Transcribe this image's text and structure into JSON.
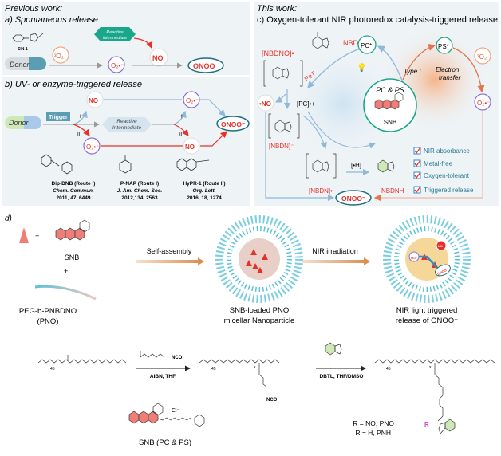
{
  "panel_a": {
    "header": "Previous work:",
    "title": "a) Spontaneous release",
    "compound": "SIN-1",
    "donor": "Donor",
    "oxygen": "³O₂",
    "superoxide": "O₂•⁻",
    "intermediate": [
      "Reactive",
      "intermediate"
    ],
    "no": "NO",
    "onoo": "ONOO⁻"
  },
  "panel_b": {
    "title": "b) UV- or enzyme-triggered release",
    "donor": "Donor",
    "trigger": "Trigger",
    "route1": "I",
    "route2": "II",
    "no": "NO",
    "superoxide": "O₂•⁻",
    "intermediate": [
      "Reactive",
      "Intermediate"
    ],
    "onoo": "ONOO⁻",
    "compounds": [
      {
        "name": "Dip-DNB (Route I)",
        "journal": "Chem. Commun.",
        "ref": "2011, 47, 6449"
      },
      {
        "name": "P-NAP (Route I)",
        "journal": "J. Am. Chem. Soc.",
        "ref": "2012,134, 2563"
      },
      {
        "name": "HyPR-1 (Route II)",
        "journal": "Org. Lett.",
        "ref": "2016, 18, 1274"
      }
    ]
  },
  "panel_c": {
    "header": "This work:",
    "title": "c) Oxygen-tolerant NIR photoredox catalysis-triggered release",
    "nbdno": "NBDNO",
    "nbdno_radical": "[NBDNO]•",
    "pet": "PeT",
    "pc_star": "PC*",
    "ps_star": "PS*",
    "pc_radical_cation": "[PC]•+",
    "no_radical": "•NO",
    "nbdn_anion": "[NBDN]⁻",
    "nbdn_radical": "[NBDN]•",
    "h_transfer": "[•H]",
    "nbdnh": "NBDNH",
    "pc_ps": "PC & PS",
    "snb": "SNB",
    "type1": "Type I",
    "electron_transfer": [
      "Electron",
      "transfer"
    ],
    "oxygen": "³O₂",
    "superoxide": "O₂•⁻",
    "onoo": "ONOO⁻",
    "features": [
      "NIR absorbance",
      "Metal-free",
      "Oxygen-tolerant",
      "Triggered release"
    ]
  },
  "panel_d": {
    "title": "d)",
    "equals": "=",
    "snb": "SNB",
    "plus": "+",
    "polymer": [
      "PEG-b-PNBDNO",
      "(PNO)"
    ],
    "self_assembly": "Self-assembly",
    "nir_irradiation": "NIR irradiation",
    "micelle_label": [
      "SNB-loaded PNO",
      "micellar Nanoparticle"
    ],
    "release_label": [
      "NIR light triggered",
      "release of ONOO⁻"
    ],
    "micelle_species": {
      "no": "NO",
      "superoxide": "O₂•⁻",
      "onoo": "ONOO⁻"
    },
    "step1_reagent": "NCO",
    "step1_conditions": "AIBN, THF",
    "step2_conditions": "DBTL, THF/DMSO",
    "peg_repeat": "45",
    "x_repeat": "x",
    "snb_full": "SNB (PC & PS)",
    "counter_ion": "Cl⁻",
    "r_no": "R = NO, PNO",
    "r_h": "R = H, PNH"
  },
  "colors": {
    "panel_bg": "#eef3f6",
    "red": "#e8302a",
    "teal": "#1aa68a",
    "blue_arrow": "#8fb8db",
    "orange_arrow": "#e0754e",
    "purple": "#8a6fd6",
    "onoo_ring": "#1e6f7e",
    "check_blue": "#2b8fc9",
    "snb_fill": "#f07e78",
    "micelle_blue": "#5bc2d6"
  }
}
